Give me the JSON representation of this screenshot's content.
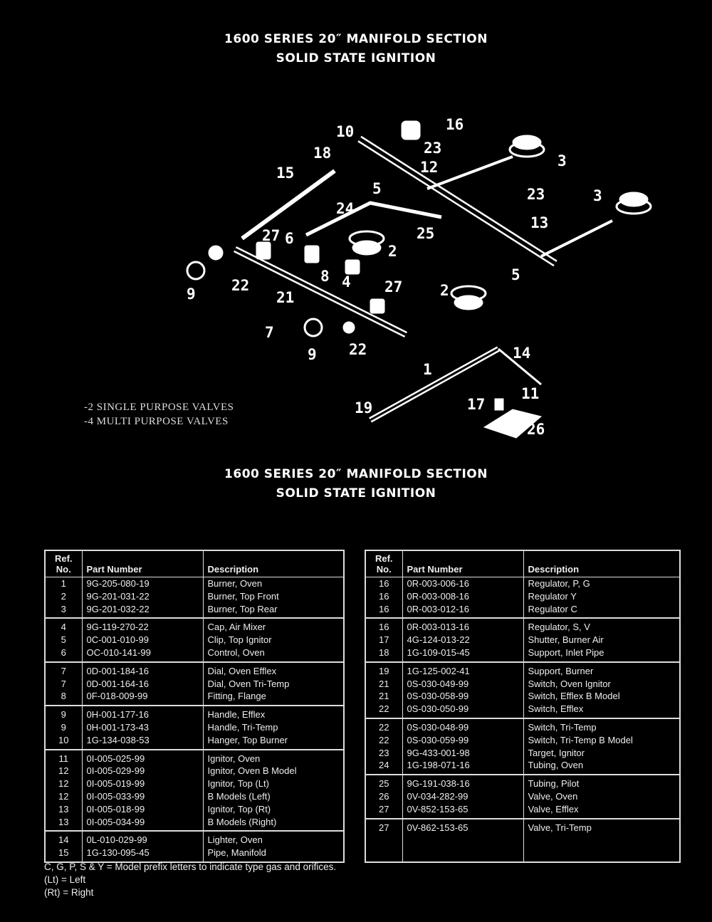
{
  "title": {
    "line1": "1600 SERIES 20″ MANIFOLD SECTION",
    "line2": "SOLID STATE IGNITION"
  },
  "section_title": {
    "line1": "1600 SERIES 20″ MANIFOLD SECTION",
    "line2": "SOLID STATE IGNITION"
  },
  "valve_notes": [
    "-2 SINGLE PURPOSE VALVES",
    "-4 MULTI PURPOSE VALVES"
  ],
  "diagram": {
    "callouts": [
      "10",
      "16",
      "18",
      "23",
      "12",
      "15",
      "3",
      "5",
      "23",
      "3",
      "24",
      "13",
      "25",
      "27",
      "6",
      "2",
      "9",
      "22",
      "8",
      "4",
      "27",
      "2",
      "5",
      "21",
      "7",
      "9",
      "22",
      "14",
      "1",
      "19",
      "17",
      "11",
      "26"
    ]
  },
  "table_headers": {
    "ref": "Ref.",
    "no": "No.",
    "part": "Part Number",
    "desc": "Description"
  },
  "left_groups": [
    [
      [
        "1",
        "9G-205-080-19",
        "Burner, Oven"
      ],
      [
        "2",
        "9G-201-031-22",
        "Burner, Top Front"
      ],
      [
        "3",
        "9G-201-032-22",
        "Burner, Top Rear"
      ]
    ],
    [
      [
        "4",
        "9G-119-270-22",
        "Cap, Air Mixer"
      ],
      [
        "5",
        "0C-001-010-99",
        "Clip, Top Ignitor"
      ],
      [
        "6",
        "OC-010-141-99",
        "Control, Oven"
      ]
    ],
    [
      [
        "7",
        "0D-001-184-16",
        "Dial, Oven Efflex"
      ],
      [
        "7",
        "0D-001-164-16",
        "Dial, Oven Tri-Temp"
      ],
      [
        "8",
        "0F-018-009-99",
        "Fitting, Flange"
      ]
    ],
    [
      [
        "9",
        "0H-001-177-16",
        "Handle, Efflex"
      ],
      [
        "9",
        "0H-001-173-43",
        "Handle, Tri-Temp"
      ],
      [
        "10",
        "1G-134-038-53",
        "Hanger, Top Burner"
      ]
    ],
    [
      [
        "11",
        "0I-005-025-99",
        "Ignitor, Oven"
      ],
      [
        "12",
        "0I-005-029-99",
        "Ignitor, Oven B Model"
      ],
      [
        "12",
        "0I-005-019-99",
        "Ignitor, Top (Lt)"
      ],
      [
        "12",
        "0I-005-033-99",
        "B Models (Left)"
      ],
      [
        "13",
        "0I-005-018-99",
        "Ignitor, Top (Rt)"
      ],
      [
        "13",
        "0I-005-034-99",
        "B Models (Right)"
      ]
    ],
    [
      [
        "14",
        "0L-010-029-99",
        "Lighter, Oven"
      ],
      [
        "15",
        "1G-130-095-45",
        "Pipe, Manifold"
      ]
    ]
  ],
  "right_groups": [
    [
      [
        "16",
        "0R-003-006-16",
        "Regulator, P, G"
      ],
      [
        "16",
        "0R-003-008-16",
        "Regulator Y"
      ],
      [
        "16",
        "0R-003-012-16",
        "Regulator C"
      ]
    ],
    [
      [
        "16",
        "0R-003-013-16",
        "Regulator, S, V"
      ],
      [
        "17",
        "4G-124-013-22",
        "Shutter, Burner Air"
      ],
      [
        "18",
        "1G-109-015-45",
        "Support, Inlet Pipe"
      ]
    ],
    [
      [
        "19",
        "1G-125-002-41",
        "Support, Burner"
      ],
      [
        "21",
        "0S-030-049-99",
        "Switch, Oven Ignitor"
      ],
      [
        "21",
        "0S-030-058-99",
        "Switch, Efflex B Model"
      ],
      [
        "22",
        "0S-030-050-99",
        "Switch, Efflex"
      ]
    ],
    [
      [
        "22",
        "0S-030-048-99",
        "Switch, Tri-Temp"
      ],
      [
        "22",
        "0S-030-059-99",
        "Switch, Tri-Temp B Model"
      ],
      [
        "23",
        "9G-433-001-98",
        "Target, Ignitor"
      ],
      [
        "24",
        "1G-198-071-16",
        "Tubing, Oven"
      ]
    ],
    [
      [
        "25",
        "9G-191-038-16",
        "Tubing, Pilot"
      ],
      [
        "26",
        "0V-034-282-99",
        "Valve, Oven"
      ],
      [
        "27",
        "0V-852-153-65",
        "Valve, Efflex"
      ]
    ],
    [
      [
        "27",
        "0V-862-153-65",
        "Valve, Tri-Temp"
      ],
      [
        "",
        "",
        ""
      ],
      [
        "",
        "",
        ""
      ]
    ]
  ],
  "footnotes": [
    "C, G, P, S & Y = Model prefix letters to indicate type gas and orifices.",
    "(Lt) = Left",
    "(Rt) = Right"
  ]
}
